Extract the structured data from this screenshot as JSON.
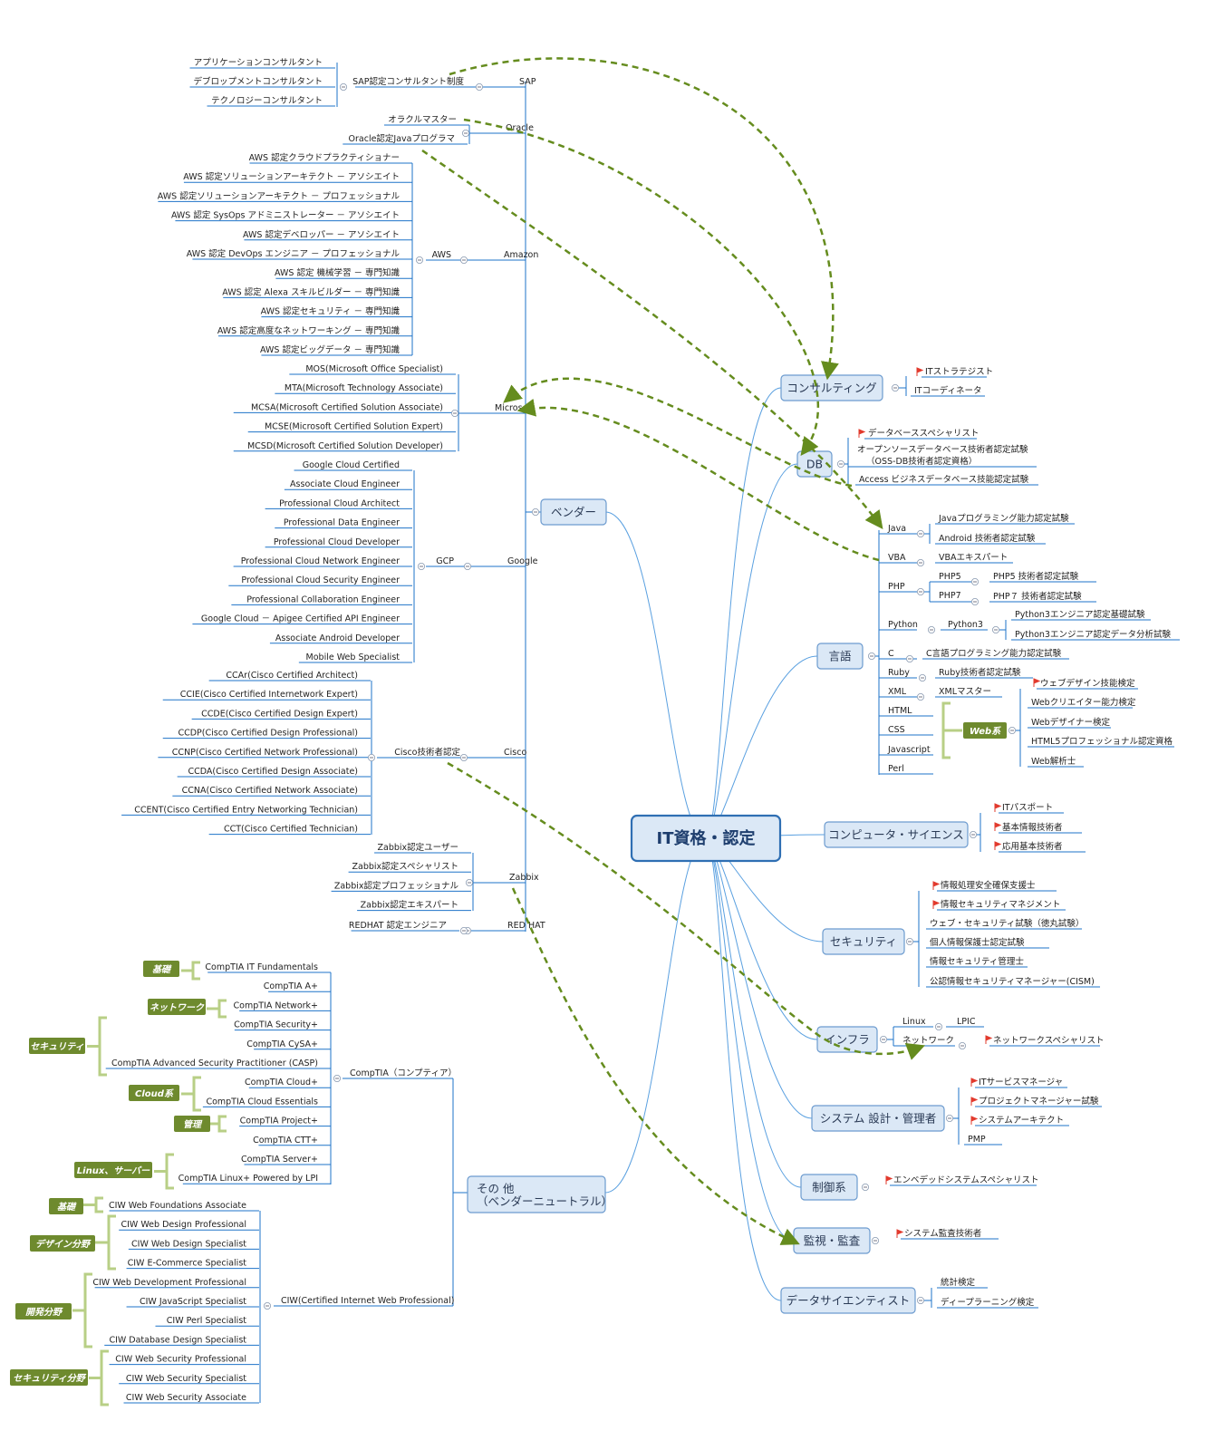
{
  "root": "IT資格・認定",
  "main": {
    "vendor": "ベンダー",
    "other_l1": "その 他",
    "other_l2": "（ベンダーニュートラル）",
    "consulting": "コンサルティング",
    "db": "DB",
    "lang": "言語",
    "cs": "コンピュータ・サイエンス",
    "sec": "セキュリティ",
    "infra": "インフラ",
    "sys": "システム 設計・管理者",
    "ctrl": "制御系",
    "audit": "監視・監査",
    "ds": "データサイエンティスト"
  },
  "vendor": {
    "sap": {
      "label": "SAP",
      "program": "SAP認定コンサルタント制度",
      "items": [
        "アプリケーションコンサルタント",
        "デブロップメントコンサルタント",
        "テクノロジーコンサルタント"
      ]
    },
    "oracle": {
      "label": "Oracle",
      "items": [
        "オラクルマスター",
        "Oracle認定Javaプログラマ"
      ]
    },
    "amazon": {
      "label": "Amazon",
      "group": "AWS",
      "items": [
        "AWS 認定クラウドプラクティショナー",
        "AWS 認定ソリューションアーキテクト － アソシエイト",
        "AWS 認定ソリューションアーキテクト － プロフェッショナル",
        "AWS 認定 SysOps アドミニストレーター － アソシエイト",
        "AWS 認定デベロッパー － アソシエイト",
        "AWS 認定 DevOps エンジニア － プロフェッショナル",
        "AWS 認定 機械学習 － 専門知識",
        "AWS 認定 Alexa スキルビルダー － 専門知識",
        "AWS 認定セキュリティ － 専門知識",
        "AWS 認定高度なネットワーキング － 専門知識",
        "AWS 認定ビッグデータ － 専門知識"
      ]
    },
    "microsoft": {
      "label": "Microsoft",
      "items": [
        "MOS(Microsoft Office Specialist)",
        "MTA(Microsoft Technology Associate)",
        "MCSA(Microsoft Certified Solution Associate)",
        "MCSE(Microsoft Certified Solution Expert)",
        "MCSD(Microsoft Certified Solution Developer)"
      ]
    },
    "google": {
      "label": "Google",
      "group": "GCP",
      "items": [
        "Google Cloud Certified",
        "Associate Cloud Engineer",
        "Professional Cloud Architect",
        "Professional Data Engineer",
        "Professional Cloud Developer",
        "Professional Cloud Network Engineer",
        "Professional Cloud Security Engineer",
        "Professional Collaboration Engineer",
        "Google Cloud － Apigee Certified API Engineer",
        "Associate Android Developer",
        "Mobile Web Specialist"
      ]
    },
    "cisco": {
      "label": "Cisco",
      "group": "Cisco技術者認定",
      "items": [
        "CCAr(Cisco Certified Architect)",
        "CCIE(Cisco Certified Internetwork Expert)",
        "CCDE(Cisco Certified Design Expert)",
        "CCDP(Cisco Certified Design Professional)",
        "CCNP(Cisco Certified Network Professional)",
        "CCDA(Cisco Certified Design Associate)",
        "CCNA(Cisco Certified Network Associate)",
        "CCENT(Cisco Certified Entry Networking Technician)",
        "CCT(Cisco Certified Technician)"
      ]
    },
    "zabbix": {
      "label": "Zabbix",
      "items": [
        "Zabbix認定ユーザー",
        "Zabbix認定スペシャリスト",
        "Zabbix認定プロフェッショナル",
        "Zabbix認定エキスパート"
      ]
    },
    "redhat": {
      "label": "RED HAT",
      "items": [
        "REDHAT 認定エンジニア"
      ]
    }
  },
  "other": {
    "comptia": {
      "label": "CompTIA（コンプティア）",
      "items": [
        "CompTIA IT Fundamentals",
        "CompTIA A+",
        "CompTIA Network+",
        "CompTIA Security+",
        "CompTIA CySA+",
        "CompTIA Advanced Security Practitioner (CASP)",
        "CompTIA Cloud+",
        "CompTIA Cloud Essentials",
        "CompTIA Project+",
        "CompTIA CTT+",
        "CompTIA Server+",
        "CompTIA Linux+ Powered by LPI"
      ],
      "tags": [
        "基礎",
        "ネットワーク",
        "セキュリティ",
        "Cloud系",
        "管理",
        "Linux、サーバー"
      ]
    },
    "ciw": {
      "label": "CIW(Certified Internet Web Professional)",
      "items": [
        "CIW Web Foundations Associate",
        "CIW Web Design Professional",
        "CIW Web Design Specialist",
        "CIW E-Commerce Specialist",
        "CIW Web Development Professional",
        "CIW JavaScript Specialist",
        "CIW Perl Specialist",
        "CIW Database Design Specialist",
        "CIW Web Security Professional",
        "CIW Web Security Specialist",
        "CIW Web Security Associate"
      ],
      "tags": [
        "基礎",
        "デザイン分野",
        "開発分野",
        "セキュリティ分野"
      ]
    }
  },
  "consulting": [
    "ITストラテジスト",
    "ITコーディネータ"
  ],
  "db": [
    "データベーススペシャリスト",
    "オープンソースデータベース技術者認定試験",
    "（OSS-DB技術者認定資格）",
    "Access ビジネスデータベース技能認定試験"
  ],
  "lang": {
    "java": {
      "label": "Java",
      "items": [
        "Javaプログラミング能力認定試験",
        "Android 技術者認定試験"
      ]
    },
    "vba": {
      "label": "VBA",
      "items": [
        "VBAエキスパート"
      ]
    },
    "php": {
      "label": "PHP",
      "subs": [
        "PHP5",
        "PHP7"
      ],
      "items": [
        "PHP5 技術者認定試験",
        "PHP７ 技術者認定試験"
      ]
    },
    "python": {
      "label": "Python",
      "sub": "Python3",
      "items": [
        "Python3エンジニア認定基礎試験",
        "Python3エンジニア認定データ分析試験"
      ]
    },
    "c": {
      "label": "C",
      "items": [
        "C言語プログラミング能力認定試験"
      ]
    },
    "ruby": {
      "label": "Ruby",
      "items": [
        "Ruby技術者認定試験"
      ]
    },
    "xml": {
      "label": "XML",
      "items": [
        "XMLマスター"
      ]
    },
    "web_langs": [
      "HTML",
      "CSS",
      "Javascript",
      "Perl"
    ],
    "web_tag": "Web系",
    "web_items": [
      "ウェブデザイン技能検定",
      "Webクリエイター能力検定",
      "Webデザイナー検定",
      "HTML5プロフェッショナル認定資格",
      "Web解析士"
    ]
  },
  "cs": [
    "ITパスポート",
    "基本情報技術者",
    "応用基本技術者"
  ],
  "sec": [
    "情報処理安全確保支援士",
    "情報セキュリティマネジメント",
    "ウェブ・セキュリティ試験（徳丸試験）",
    "個人情報保護士認定試験",
    "情報セキュリティ管理士",
    "公認情報セキュリティマネージャー(CISM)"
  ],
  "infra": {
    "linux": "Linux",
    "lpic": "LPIC",
    "network": "ネットワーク",
    "nw_item": "ネットワークスペシャリスト"
  },
  "sys": [
    "ITサービスマネージャ",
    "プロジェクトマネージャー試験",
    "システムアーキテクト",
    "PMP"
  ],
  "ctrl": [
    "エンベデッドシステムスペシャリスト"
  ],
  "audit": [
    "システム監査技術者"
  ],
  "ds": [
    "統計検定",
    "ディープラーニング検定"
  ],
  "colors": {
    "pill_fill": "#dbe8f6",
    "pill_stroke": "#6c9bcf",
    "line": "#1e73c8",
    "dashed": "#658c1e",
    "tag": "#6e8a2e",
    "flag": "#e23b2e"
  }
}
